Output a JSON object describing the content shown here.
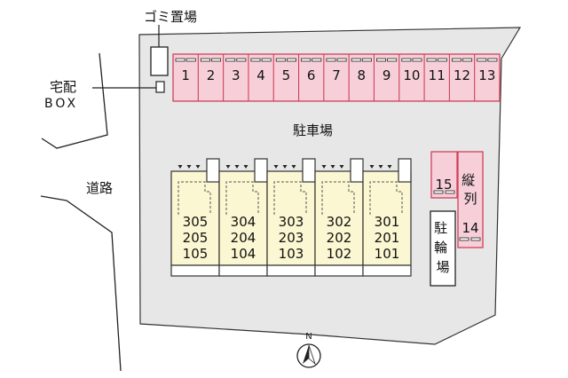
{
  "labels": {
    "trash": "ゴミ置場",
    "delivery_box_line1": "宅配",
    "delivery_box_line2": "BOX",
    "parking": "駐車場",
    "road": "道路",
    "bike_parking": "駐輪場",
    "tandem": "縦列",
    "north": "N"
  },
  "parking_spaces": [
    "1",
    "2",
    "3",
    "4",
    "5",
    "6",
    "7",
    "8",
    "9",
    "10",
    "11",
    "12",
    "13"
  ],
  "side_spaces": {
    "space_15": "15",
    "space_14": "14"
  },
  "buildings": [
    {
      "rooms": [
        "305",
        "205",
        "105"
      ]
    },
    {
      "rooms": [
        "304",
        "204",
        "104"
      ]
    },
    {
      "rooms": [
        "303",
        "203",
        "103"
      ]
    },
    {
      "rooms": [
        "302",
        "202",
        "102"
      ]
    },
    {
      "rooms": [
        "301",
        "201",
        "101"
      ]
    }
  ],
  "colors": {
    "site": "#e7e7e8",
    "parking_fill": "#f6cfd8",
    "parking_stroke": "#d0405a",
    "building_fill": "#fbf7d2"
  }
}
